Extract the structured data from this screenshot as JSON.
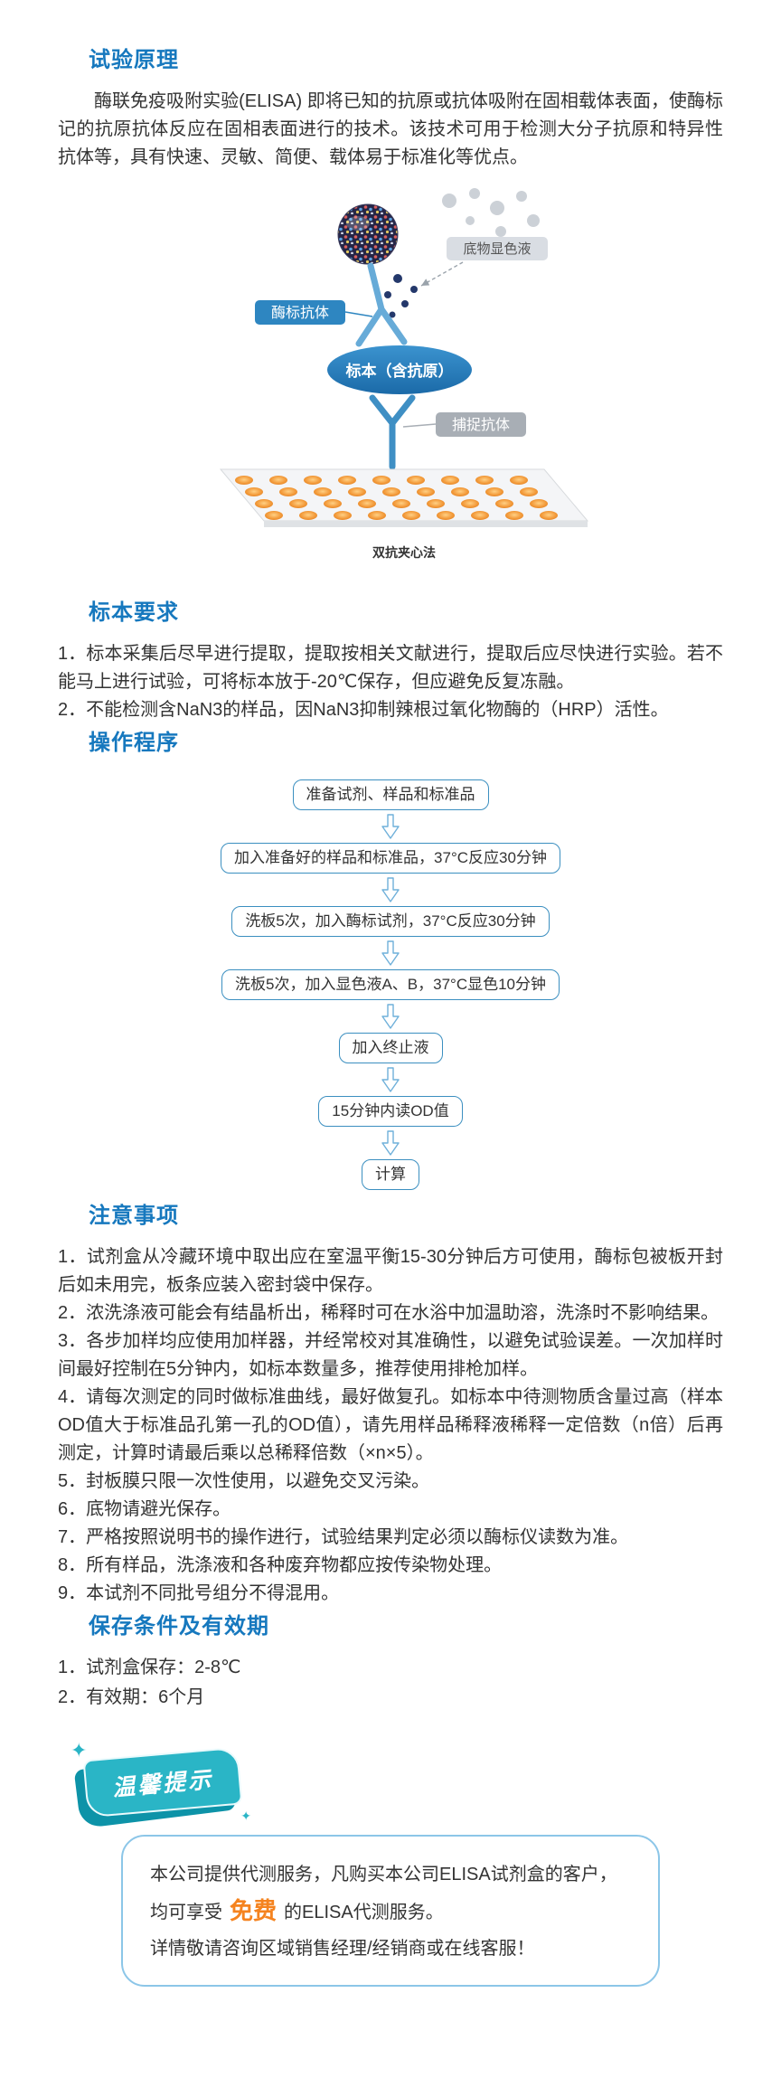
{
  "principle": {
    "heading": "试验原理",
    "body": "酶联免疫吸附实验(ELISA) 即将已知的抗原或抗体吸附在固相载体表面，使酶标记的抗原抗体反应在固相表面进行的技术。该技术可用于检测大分子抗原和特异性抗体等，具有快速、灵敏、简便、载体易于标准化等优点。",
    "diagram": {
      "substrate_label": "底物显色液",
      "enzyme_antibody_label": "酶标抗体",
      "specimen_label": "标本（含抗原）",
      "capture_antibody_label": "捕捉抗体",
      "caption": "双抗夹心法"
    }
  },
  "sample": {
    "heading": "标本要求",
    "items": [
      "1．标本采集后尽早进行提取，提取按相关文献进行，提取后应尽快进行实验。若不能马上进行试验，可将标本放于-20℃保存，但应避免反复冻融。",
      "2．不能检测含NaN3的样品，因NaN3抑制辣根过氧化物酶的（HRP）活性。"
    ]
  },
  "procedure": {
    "heading": "操作程序",
    "steps": [
      "准备试剂、样品和标准品",
      "加入准备好的样品和标准品，37°C反应30分钟",
      "洗板5次，加入酶标试剂，37°C反应30分钟",
      "洗板5次，加入显色液A、B，37°C显色10分钟",
      "加入终止液",
      "15分钟内读OD值",
      "计算"
    ]
  },
  "precautions": {
    "heading": "注意事项",
    "items": [
      "1．试剂盒从冷藏环境中取出应在室温平衡15-30分钟后方可使用，酶标包被板开封后如未用完，板条应装入密封袋中保存。",
      "2．浓洗涤液可能会有结晶析出，稀释时可在水浴中加温助溶，洗涤时不影响结果。",
      "3．各步加样均应使用加样器，并经常校对其准确性，以避免试验误差。一次加样时间最好控制在5分钟内，如标本数量多，推荐使用排枪加样。",
      "4．请每次测定的同时做标准曲线，最好做复孔。如标本中待测物质含量过高（样本OD值大于标准品孔第一孔的OD值），请先用样品稀释液稀释一定倍数（n倍）后再测定，计算时请最后乘以总稀释倍数（×n×5）。",
      "5．封板膜只限一次性使用，以避免交叉污染。",
      "6．底物请避光保存。",
      "7．严格按照说明书的操作进行，试验结果判定必须以酶标仪读数为准。",
      "8．所有样品，洗涤液和各种废弃物都应按传染物处理。",
      "9．本试剂不同批号组分不得混用。"
    ]
  },
  "storage": {
    "heading": "保存条件及有效期",
    "items": [
      "1．试剂盒保存：2-8℃",
      "2．有效期：6个月"
    ]
  },
  "tip": {
    "badge": "温馨提示"
  },
  "service": {
    "line1": "本公司提供代测服务，凡购买本公司ELISA试剂盒的客户，",
    "line2_prefix": "均可享受",
    "highlight": "免费",
    "line2_suffix": "的ELISA代测服务。",
    "line3": "详情敬请咨询区域销售经理/经销商或在线客服！"
  },
  "colors": {
    "heading_blue": "#1678be",
    "flow_border_blue": "#3b8fc0",
    "tip_teal": "#2ab5c6",
    "highlight_orange": "#f5831f"
  }
}
